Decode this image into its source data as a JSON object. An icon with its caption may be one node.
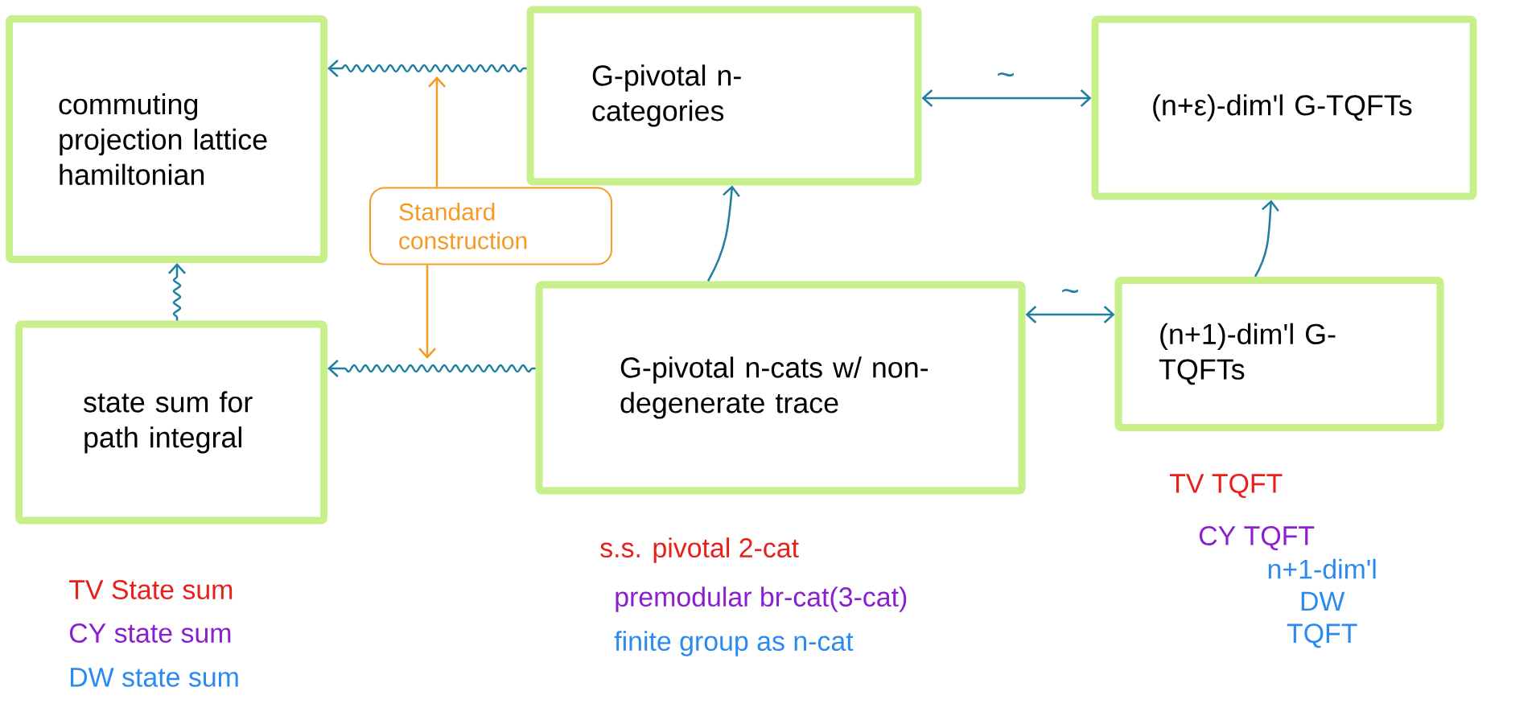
{
  "diagram": {
    "nodes": [
      {
        "text": [
          "commuting projection lattice hamiltonian"
        ]
      },
      {
        "text": [
          "G-pivotal n-categories"
        ]
      },
      {
        "text": [
          "(n+ε)-dim'l G-TQFTs"
        ]
      },
      {
        "text": [
          "Standard construction"
        ]
      },
      {
        "text": [
          "state sum for path integral"
        ]
      },
      {
        "text": [
          "G-pivotal n-cats w/ non-degenerate trace"
        ]
      },
      {
        "text": [
          "(n+1)-dim'l G-TQFTs"
        ]
      }
    ],
    "edges": [
      {
        "from": 1,
        "to": 0,
        "arrow": "to"
      },
      {
        "from": 1,
        "to": 2,
        "arrow": "both",
        "label": "~"
      },
      {
        "from": 5,
        "to": 1,
        "arrow": "to"
      },
      {
        "from": 6,
        "to": 2,
        "arrow": "to"
      },
      {
        "from": 5,
        "to": 6,
        "arrow": "both",
        "label": "~"
      },
      {
        "from": 5,
        "to": 4,
        "arrow": "to"
      },
      {
        "from": 4,
        "to": 0,
        "arrow": "to"
      },
      {
        "from": 3,
        "to": null,
        "arrow": "to",
        "color": "#f59a23"
      },
      {
        "from": 3,
        "to": null,
        "arrow": "to",
        "color": "#f59a23"
      }
    ],
    "labels": [
      "TV State sum",
      "CY state sum",
      "DW state sum",
      "s.s. pivotal 2-cat",
      "premodular br-cat(3-cat)",
      "finite group as n-cat",
      "TV TQFT",
      "CY TQFT",
      "n+1-dim'l DW TQFT"
    ]
  }
}
